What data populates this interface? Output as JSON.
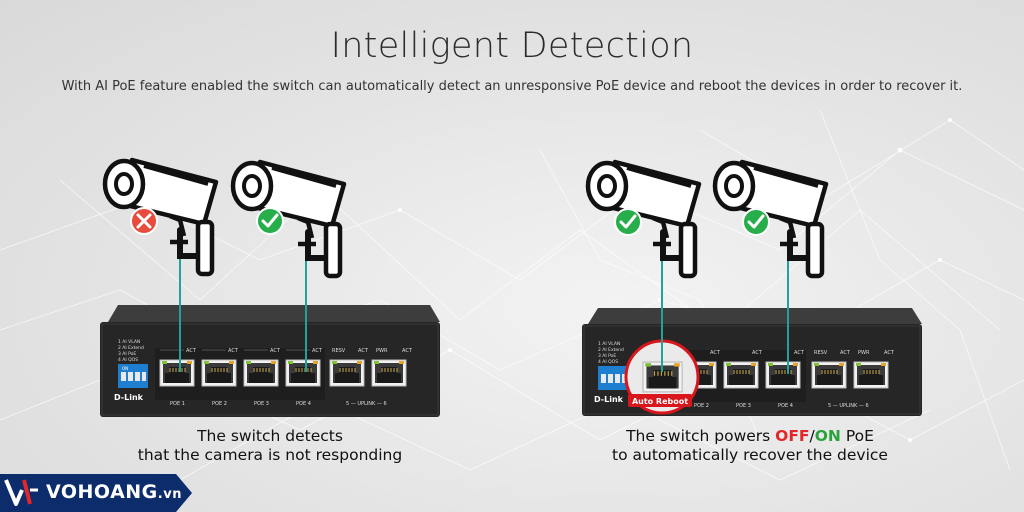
{
  "header": {
    "title": "Intelligent Detection",
    "subtitle": "With AI PoE feature enabled the switch can automatically detect an unresponsive PoE device and reboot the devices in order to recover it."
  },
  "left_panel": {
    "caption_line1": "The switch detects",
    "caption_line2": "that the camera is not responding",
    "camera_1_status": "error",
    "camera_2_status": "ok"
  },
  "right_panel": {
    "caption_prefix": "The switch powers ",
    "caption_off": "OFF",
    "caption_slash": "/",
    "caption_on": "ON",
    "caption_suffix": " PoE",
    "caption_line2": "to automatically recover the device",
    "badge": "Auto Reboot",
    "camera_1_status": "ok",
    "camera_2_status": "ok"
  },
  "switch_labels": {
    "brand": "D-Link",
    "features": [
      "1 AI VLAN",
      "2 AI Extend",
      "3 AI PoE",
      "4 AI QOS"
    ],
    "dip": "ON",
    "dip_numbers": "1 2 3 4",
    "act": "ACT",
    "resv": "RESV",
    "pwr": "PWR",
    "poe1": "POE 1",
    "poe2": "POE 2",
    "poe3": "POE 3",
    "poe4": "POE 4",
    "uplink": "5 — UPLINK — 6"
  },
  "watermark": {
    "brand": "VOHOANG",
    "suffix": ".vn"
  },
  "colors": {
    "ok": "#27ae4a",
    "error": "#e74c3c",
    "cable": "#1fa39b",
    "switch_body": "#2b2b2b",
    "badge": "#d8161b",
    "logo_bg": "#0d2c6b"
  }
}
